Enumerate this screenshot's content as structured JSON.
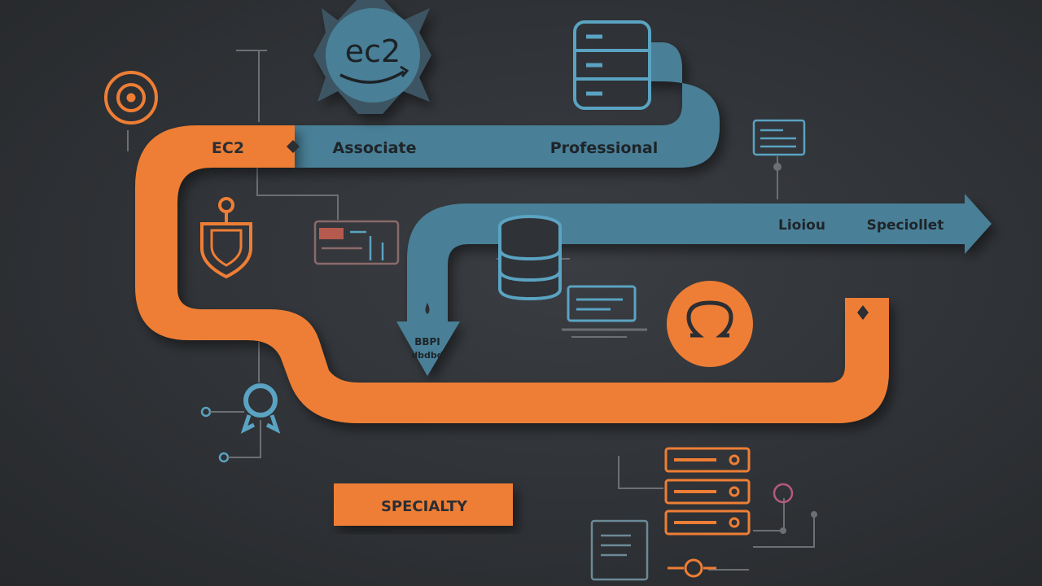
{
  "badge": {
    "text": "ec2"
  },
  "labels": {
    "ec2_stage": "EC2",
    "associate": "Associate",
    "professional": "Professional",
    "middle_1": "Lioiou",
    "middle_2": "Speciollet",
    "down_arrow_1": "BBPI",
    "down_arrow_2": "dbdbd",
    "specialty": "SPECIALTY"
  },
  "colors": {
    "background": "#2f3236",
    "orange": "#ee7e35",
    "teal": "#4a7f97",
    "line": "#6c6f73",
    "text_dark": "#2b2e33"
  },
  "icons": [
    "target-icon",
    "shield-icon",
    "dashboard-icon",
    "database-icon",
    "monitor-icon",
    "list-card-icon",
    "ribbon-icon",
    "omega-icon",
    "server-rack-icon",
    "document-icon"
  ]
}
